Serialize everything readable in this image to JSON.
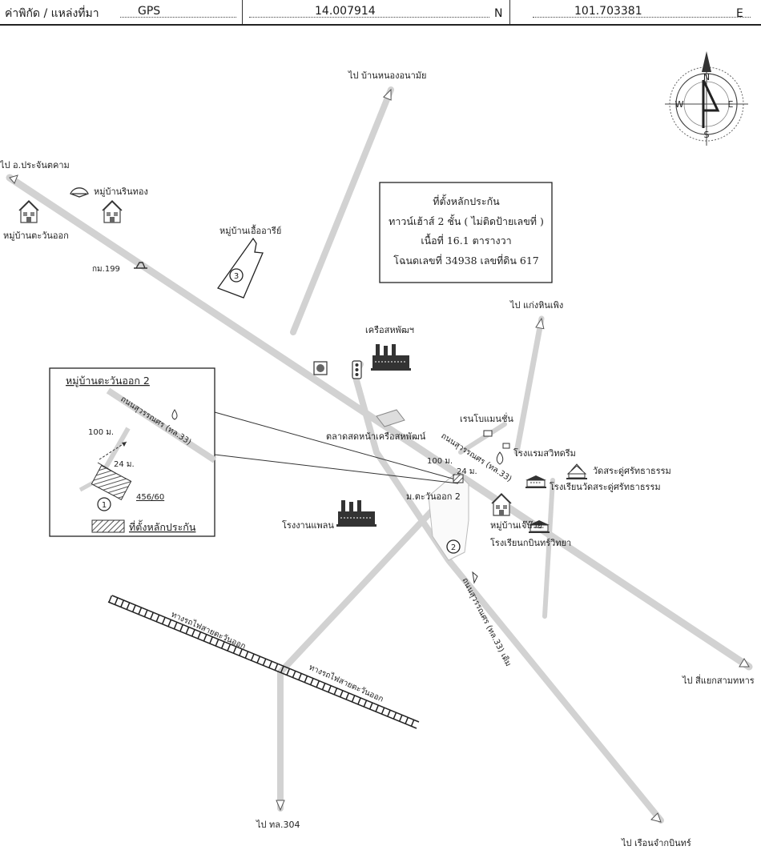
{
  "header": {
    "source_label": "ค่าพิกัด / แหล่งที่มา",
    "source_value": "GPS",
    "latitude": "14.007914",
    "lat_suffix": "N",
    "longitude": "101.703381",
    "lon_suffix": "E"
  },
  "compass": {
    "n": "N",
    "s": "S",
    "e": "E",
    "w": "W"
  },
  "info_box": {
    "line1": "ที่ตั้งหลักประกัน",
    "line2": "ทาวน์เฮ้าส์ 2  ชั้น ( ไม่ติดป้ายเลขที่ )",
    "line3": "เนื้อที่ 16.1 ตารางวา",
    "line4": "โฉนดเลขที่ 34938 เลขที่ดิน 617"
  },
  "inset": {
    "title": "หมู่บ้านตะวันออก 2",
    "road_label": "ถนนสุวรรณศร (ทล.33)",
    "dist_100": "100 ม.",
    "dist_24": "24 ม.",
    "house_no": "456/60",
    "marker": "1",
    "legend": "ที่ตั้งหลักประกัน"
  },
  "labels": {
    "to_nong_anamai": "ไป บ้านหนองอนามัย",
    "to_prachantakham": "ไป อ.ประจันตคาม",
    "village_rinthong": "หมู่บ้านรินทอง",
    "village_tawan_ok": "หมู่บ้านตะวันออก",
    "village_uea_aree": "หมู่บ้านเอื้ออารีย์",
    "km_199": "กม.199",
    "marker_3": "3",
    "to_kaeng_hin_phoeng": "ไป แก่งหินเพิง",
    "khrua_sahaphat": "เครือสหพัฒฯ",
    "rainbow_mansion": "เรนโบแมนชั่น",
    "market": "ตลาดสดหน้าเครือสหพัฒน์",
    "main_road": "ถนนสุวรรณศร (ทล.33)",
    "hotel": "โรงแรมสวิทดรีม",
    "dist_100": "100 ม.",
    "dist_24": "24 ม.",
    "wat": "วัดสระดู่ศรัทธาธรรม",
    "wat_school": "โรงเรียนวัดสระดู่ศรัทธาธรรม",
    "tawan_ok_2": "ม.ตะวันออก 2",
    "village_jep_uai": "หมู่บ้านเจ๊บ๊วย",
    "factory": "โรงงานแพลน",
    "school_kabin": "โรงเรียนกบินทร์วิทยา",
    "marker_2": "2",
    "old_road": "ถนนสุวรรณศร (ทล.33) เดิม",
    "railway_1": "ทางรถไฟสายตะวันออก",
    "railway_2": "ทางรถไฟสายตะวันออก",
    "to_samthahan": "ไป สี่แยกสามทหาร",
    "to_hwy304": "ไป ทล.304",
    "to_kabinburi": "ไป เรือนจำกบินทร์"
  }
}
